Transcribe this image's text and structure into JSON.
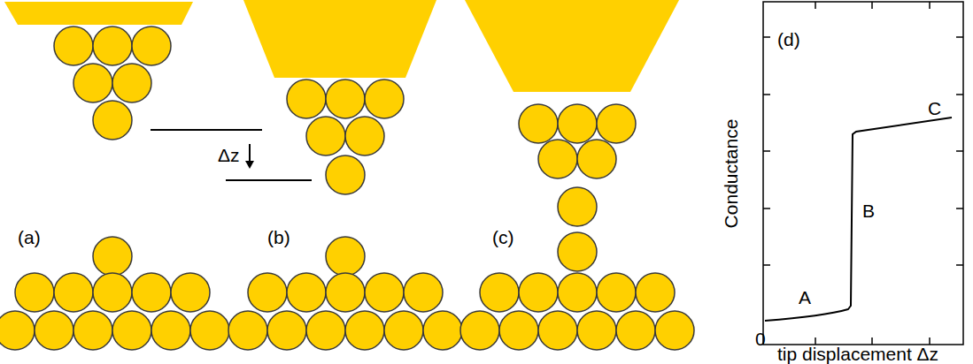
{
  "diagram": {
    "labels": [
      "(a)",
      "(b)",
      "(c)",
      "(d)",
      "Δz",
      "Conductance",
      "0",
      "tip displacement Δz",
      "A",
      "B",
      "C"
    ]
  }
}
